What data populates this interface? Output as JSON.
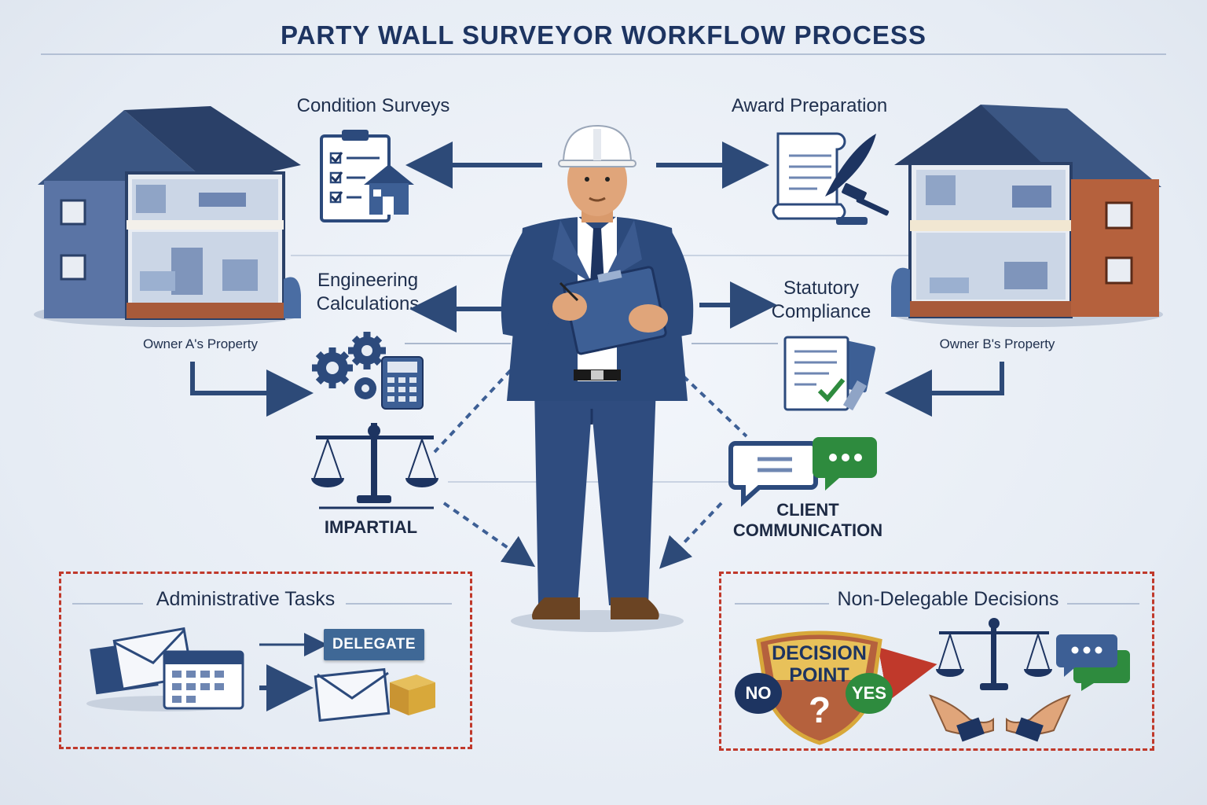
{
  "title": "PARTY WALL SURVEYOR WORKFLOW PROCESS",
  "labels": {
    "condition_surveys": "Condition Surveys",
    "award_preparation": "Award Preparation",
    "engineering_line1": "Engineering",
    "engineering_line2": "Calculations",
    "statutory_line1": "Statutory",
    "statutory_line2": "Compliance",
    "owner_a": "Owner A's Property",
    "owner_b": "Owner B's Property",
    "impartial": "IMPARTIAL",
    "client_line1": "CLIENT",
    "client_line2": "COMMUNICATION"
  },
  "admin_box": {
    "title": "Administrative Tasks",
    "delegate_tag": "DELEGATE"
  },
  "decision_box": {
    "title": "Non-Delegable Decisions",
    "shield_line1": "DECISION",
    "shield_line2": "POINT",
    "no": "NO",
    "yes": "YES",
    "question": "?"
  },
  "colors": {
    "navy": "#2c4a7c",
    "arrow": "#2d4a78",
    "dashed_border": "#c0392b",
    "green": "#2e8b3e",
    "gold": "#d8a83a",
    "brick": "#b5613d"
  },
  "icons": [
    "house-icon",
    "clipboard-icon",
    "scroll-icon",
    "gavel-icon",
    "gears-icon",
    "calculator-icon",
    "document-check-icon",
    "scales-icon",
    "speech-bubbles-icon",
    "envelope-icon",
    "calendar-icon",
    "box-icon",
    "shield-icon",
    "hands-icon",
    "surveyor-figure"
  ]
}
